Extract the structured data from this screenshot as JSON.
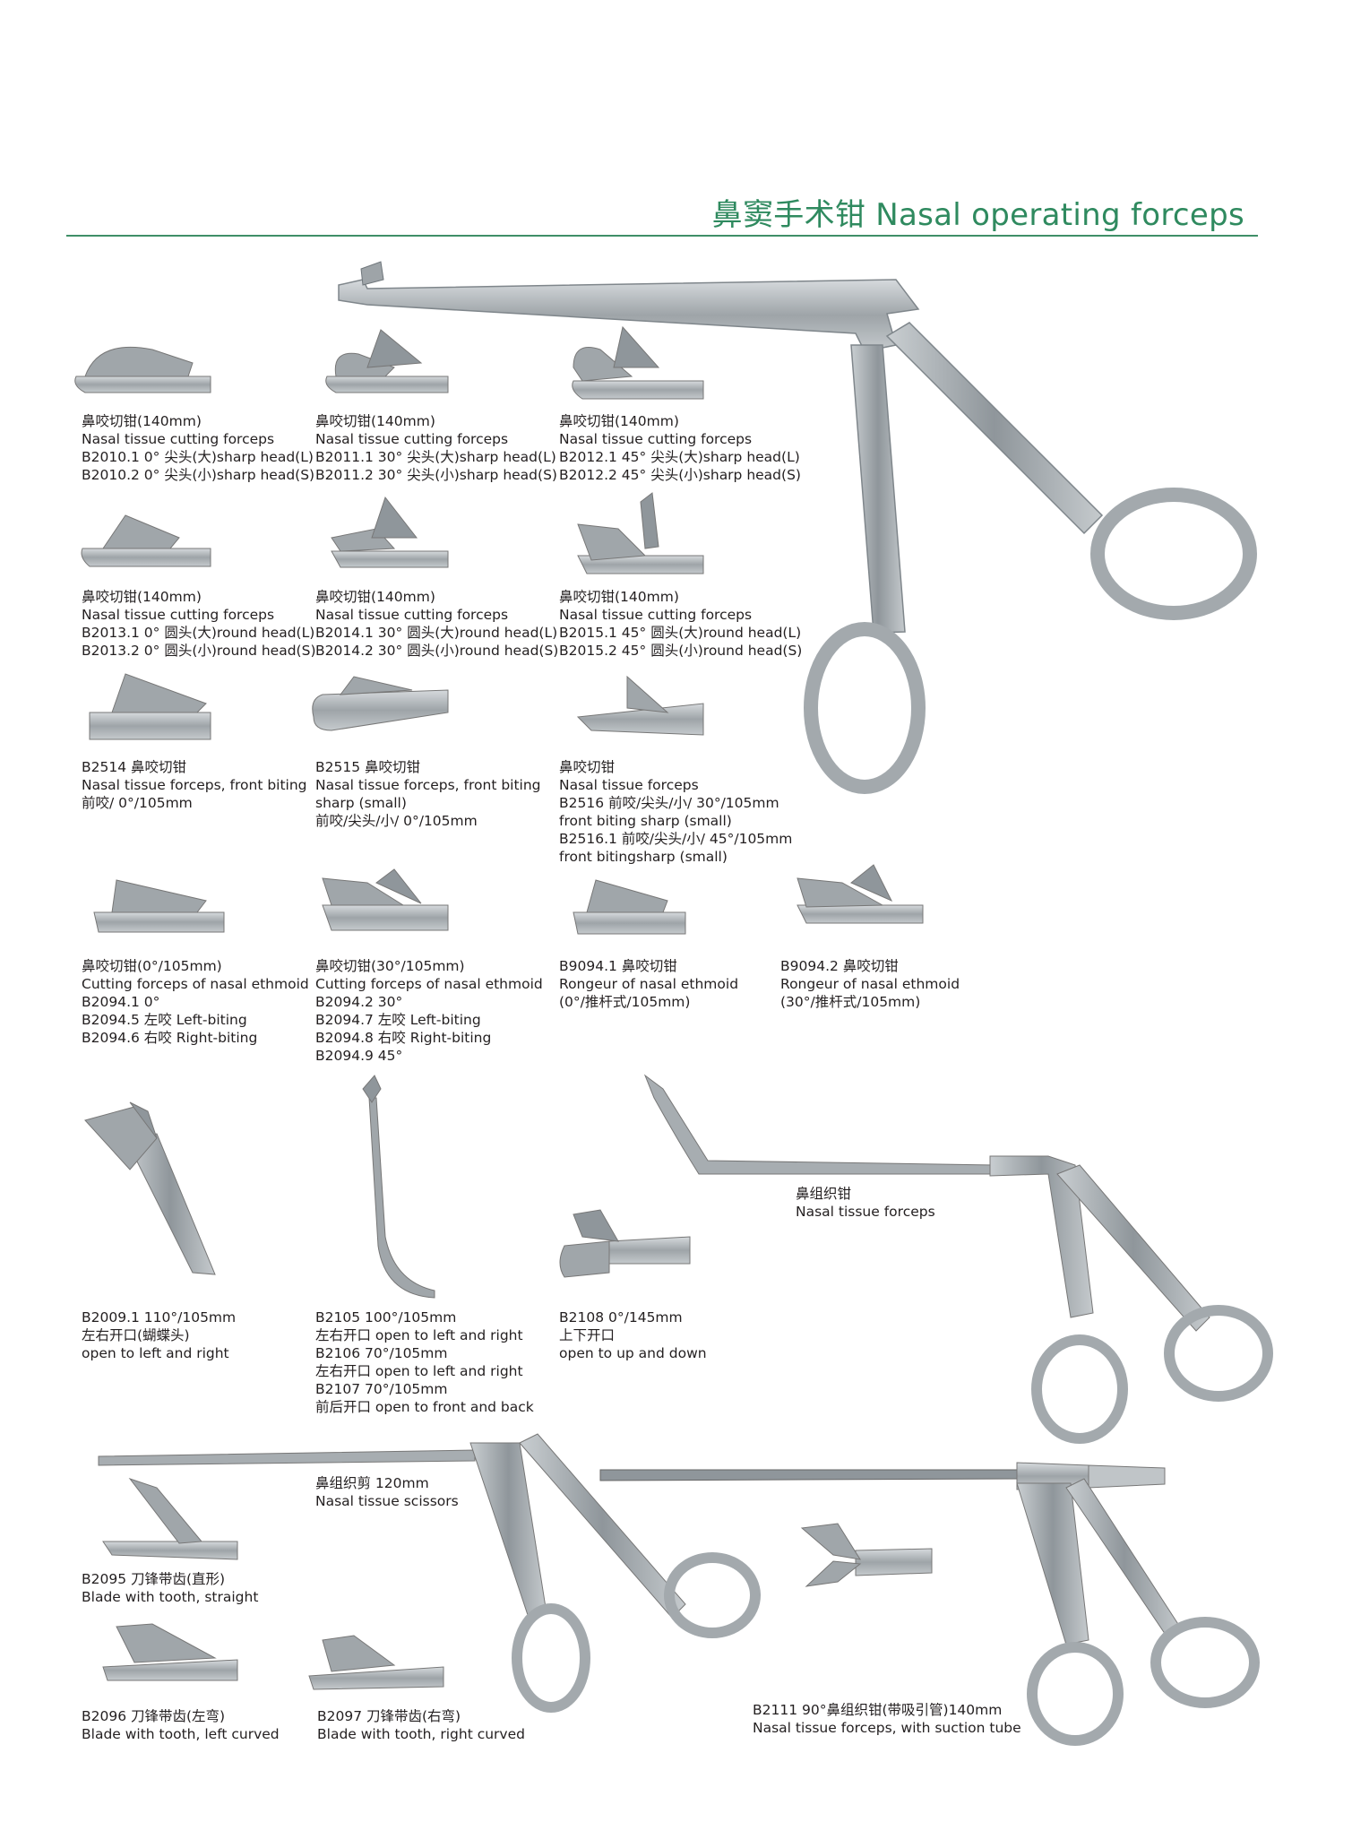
{
  "page": {
    "title": "鼻窦手术钳 Nasal operating forceps",
    "accent_color": "#3f8f68",
    "metal_color": "#a7adb1"
  },
  "items": [
    {
      "id": "b2010",
      "lines": [
        "鼻咬切钳(140mm)",
        "Nasal tissue cutting forceps",
        "B2010.1  0° 尖头(大)sharp head(L)",
        "B2010.2  0° 尖头(小)sharp head(S)"
      ]
    },
    {
      "id": "b2011",
      "lines": [
        "鼻咬切钳(140mm)",
        "Nasal tissue cutting forceps",
        "B2011.1  30° 尖头(大)sharp head(L)",
        "B2011.2  30° 尖头(小)sharp head(S)"
      ]
    },
    {
      "id": "b2012",
      "lines": [
        "鼻咬切钳(140mm)",
        "Nasal tissue cutting forceps",
        "B2012.1  45° 尖头(大)sharp head(L)",
        "B2012.2  45° 尖头(小)sharp head(S)"
      ]
    },
    {
      "id": "b2013",
      "lines": [
        "鼻咬切钳(140mm)",
        "Nasal tissue cutting forceps",
        "B2013.1  0° 圆头(大)round head(L)",
        "B2013.2  0° 圆头(小)round head(S)"
      ]
    },
    {
      "id": "b2014",
      "lines": [
        "鼻咬切钳(140mm)",
        "Nasal tissue cutting forceps",
        "B2014.1  30° 圆头(大)round head(L)",
        "B2014.2  30° 圆头(小)round head(S)"
      ]
    },
    {
      "id": "b2015",
      "lines": [
        "鼻咬切钳(140mm)",
        "Nasal tissue cutting forceps",
        "B2015.1  45° 圆头(大)round head(L)",
        "B2015.2  45° 圆头(小)round head(S)"
      ]
    },
    {
      "id": "b2514",
      "lines": [
        "B2514 鼻咬切钳",
        "Nasal tissue forceps, front biting",
        "前咬/ 0°/105mm"
      ]
    },
    {
      "id": "b2515",
      "lines": [
        "B2515 鼻咬切钳",
        "Nasal tissue forceps, front biting",
        "sharp (small)",
        "前咬/尖头/小/ 0°/105mm"
      ]
    },
    {
      "id": "b2516",
      "lines": [
        "鼻咬切钳",
        "Nasal tissue forceps",
        "B2516 前咬/尖头/小/ 30°/105mm",
        "front biting sharp (small)",
        "B2516.1 前咬/尖头/小/ 45°/105mm",
        "front bitingsharp (small)"
      ]
    },
    {
      "id": "b2094a",
      "lines": [
        "鼻咬切钳(0°/105mm)",
        "Cutting forceps of nasal ethmoid",
        "B2094.1  0°",
        "B2094.5 左咬 Left-biting",
        "B2094.6 右咬 Right-biting"
      ]
    },
    {
      "id": "b2094b",
      "lines": [
        "鼻咬切钳(30°/105mm)",
        "Cutting forceps of nasal ethmoid",
        "B2094.2  30°",
        "B2094.7  左咬 Left-biting",
        "B2094.8  右咬 Right-biting",
        "B2094.9  45°"
      ]
    },
    {
      "id": "b9094_1",
      "lines": [
        "B9094.1 鼻咬切钳",
        "Rongeur of nasal ethmoid",
        "(0°/推杆式/105mm)"
      ]
    },
    {
      "id": "b9094_2",
      "lines": [
        "B9094.2 鼻咬切钳",
        "Rongeur of nasal ethmoid",
        "(30°/推杆式/105mm)"
      ]
    },
    {
      "id": "b2009",
      "lines": [
        "B2009.1  110°/105mm",
        "左右开口(蝴蝶头)",
        "open to left and right"
      ]
    },
    {
      "id": "b2105",
      "lines": [
        "B2105 100°/105mm",
        "左右开口 open to left and right",
        "B2106 70°/105mm",
        "左右开口 open to left and right",
        "B2107 70°/105mm",
        "前后开口 open to front and back"
      ]
    },
    {
      "id": "b2108",
      "lines": [
        "B2108 0°/145mm",
        "上下开口",
        "open to up and down"
      ]
    },
    {
      "id": "tissue_forceps",
      "lines": [
        "鼻组织钳",
        "Nasal tissue forceps"
      ]
    },
    {
      "id": "scissors",
      "lines": [
        "鼻组织剪 120mm",
        "Nasal tissue scissors"
      ]
    },
    {
      "id": "b2095",
      "lines": [
        "B2095 刀锋带齿(直形)",
        "Blade with tooth, straight"
      ]
    },
    {
      "id": "b2096",
      "lines": [
        "B2096 刀锋带齿(左弯)",
        "Blade with tooth, left curved"
      ]
    },
    {
      "id": "b2097",
      "lines": [
        "B2097 刀锋带齿(右弯)",
        "Blade with tooth, right curved"
      ]
    },
    {
      "id": "b2111",
      "lines": [
        "B2111 90°鼻组织钳(带吸引管)140mm",
        "Nasal tissue forceps, with suction tube"
      ]
    }
  ]
}
